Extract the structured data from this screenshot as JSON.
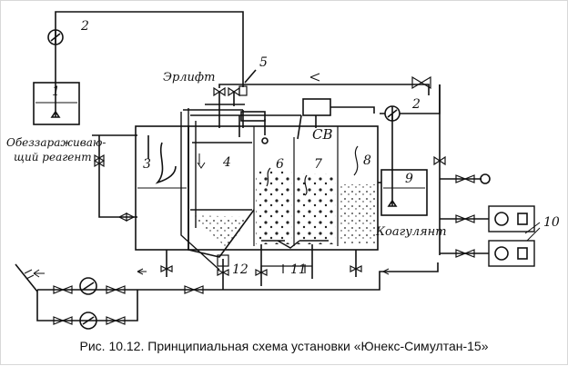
{
  "labels": {
    "n1": "1",
    "n2_top": "2",
    "n2_right": "2",
    "n3": "3",
    "n4": "4",
    "n5": "5",
    "n6": "6",
    "n7": "7",
    "n8": "8",
    "n9": "9",
    "n10": "10",
    "n11": "11",
    "n12": "12",
    "erlift": "Эрлифт",
    "cb": "СВ",
    "disinf_line1": "Обеззараживаю-",
    "disinf_line2": "щий реагент",
    "coagulant": "Коагулянт"
  },
  "caption": "Рис. 10.12. Принципиальная схема установки «Юнекс-Симултан-15»",
  "colors": {
    "ink": "#111111",
    "background": "#ffffff"
  }
}
